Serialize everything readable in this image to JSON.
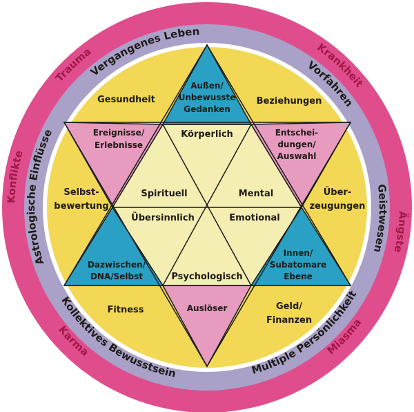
{
  "colors": {
    "outer_ring": "#e04d8c",
    "outer_ring_text": "#a01848",
    "middle_ring": "#a9a1c8",
    "gap_ring": "#ffffff",
    "fill_yellow": "#f2d855",
    "fill_cream": "#f5eeb2",
    "fill_blue": "#2aa0c4",
    "fill_pink": "#e79bbf",
    "lines": "#1a1a1a"
  },
  "outer_ring": {
    "trauma": "Trauma",
    "krankheit": "Krankheit",
    "konflikte": "Konflikte",
    "aengste": "Ängste",
    "karma": "Karma",
    "miasma": "Miasma"
  },
  "inner_ring": {
    "vergangenes_leben": "Vergangenes Leben",
    "vorfahren": "Vorfahren",
    "astrologische_einfluesse": "Astrologische Einflüsse",
    "geistwesen": "Geistwesen",
    "kollektives_bewusstsein": "Kollektives Bewusstsein",
    "multiple_persoenlichkeit": "Multiple Persönlichkeit"
  },
  "regions": {
    "gesundheit": "Gesundheit",
    "beziehungen": "Beziehungen",
    "selbstbewertung": [
      "Selbst-",
      "bewertung"
    ],
    "ueberzeugungen": [
      "Über-",
      "zeugungen"
    ],
    "fitness": "Fitness",
    "geld_finanzen": [
      "Geld/",
      "Finanzen"
    ]
  },
  "triangle_tips": {
    "top": [
      "Außen/",
      "Unbewusste",
      "Gedanken"
    ],
    "upper_left": [
      "Ereignisse/",
      "Erlebnisse"
    ],
    "upper_right": [
      "Entschei-",
      "dungen/",
      "Auswahl"
    ],
    "lower_left": [
      "Dazwischen/",
      "DNA/Selbst"
    ],
    "lower_right": [
      "Innen/",
      "Subatomare",
      "Ebene"
    ],
    "bottom": "Auslöser"
  },
  "hexagon": {
    "koerperlich": "Körperlich",
    "spirituell": "Spirituell",
    "mental": "Mental",
    "uebersinnlich": "Übersinnlich",
    "emotional": "Emotional",
    "psychologisch": "Psychologisch"
  }
}
